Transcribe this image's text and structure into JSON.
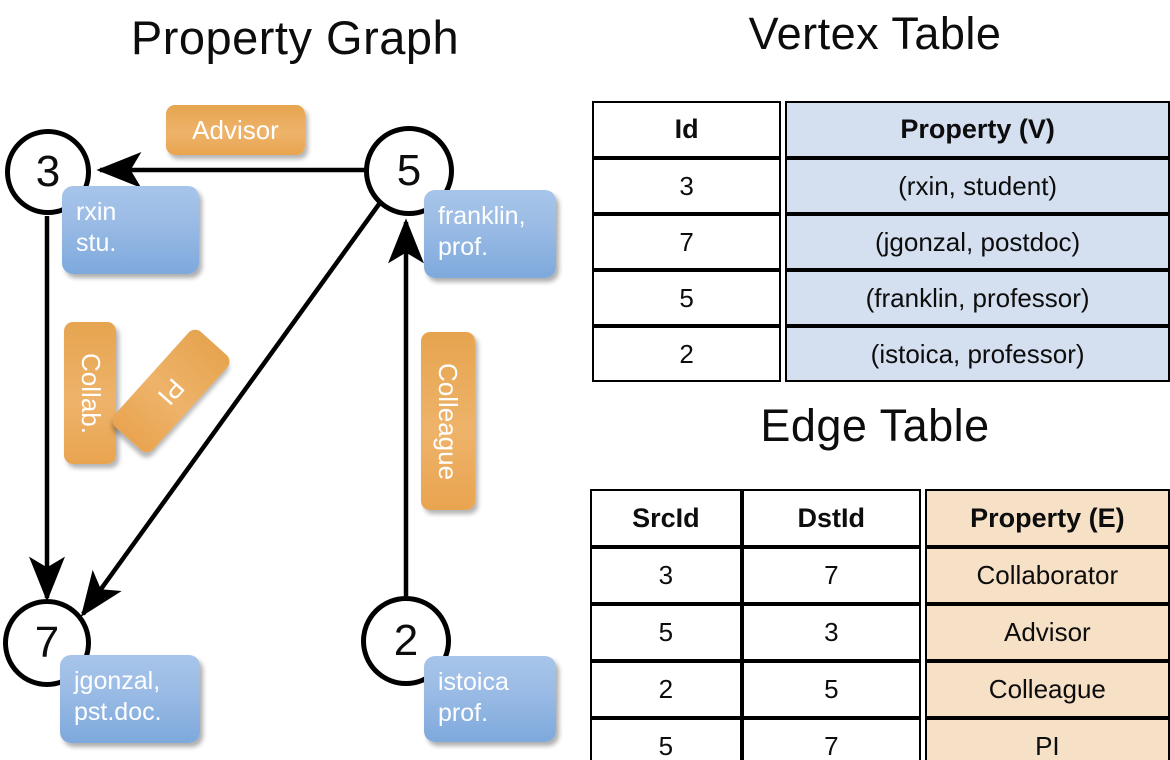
{
  "titles": {
    "property_graph": "Property Graph",
    "vertex_table": "Vertex Table",
    "edge_table": "Edge Table"
  },
  "graph": {
    "nodes": [
      {
        "id": "3",
        "label_line1": "rxin",
        "label_line2": "stu."
      },
      {
        "id": "5",
        "label_line1": "franklin,",
        "label_line2": "prof."
      },
      {
        "id": "7",
        "label_line1": "jgonzal,",
        "label_line2": "pst.doc."
      },
      {
        "id": "2",
        "label_line1": "istoica",
        "label_line2": "prof."
      }
    ],
    "edge_labels": [
      {
        "text": "Advisor",
        "orientation": "horizontal"
      },
      {
        "text": "Collab.",
        "orientation": "vertical"
      },
      {
        "text": "PI",
        "orientation": "diagonal"
      },
      {
        "text": "Colleague",
        "orientation": "vertical"
      }
    ],
    "edges": [
      {
        "src": "5",
        "dst": "3"
      },
      {
        "src": "3",
        "dst": "7"
      },
      {
        "src": "5",
        "dst": "7"
      },
      {
        "src": "2",
        "dst": "5"
      }
    ]
  },
  "vertex_table": {
    "headers": [
      "Id",
      "Property (V)"
    ],
    "rows": [
      {
        "id": "3",
        "property": "(rxin, student)"
      },
      {
        "id": "7",
        "property": "(jgonzal, postdoc)"
      },
      {
        "id": "5",
        "property": "(franklin, professor)"
      },
      {
        "id": "2",
        "property": "(istoica, professor)"
      }
    ]
  },
  "edge_table": {
    "headers": [
      "SrcId",
      "DstId",
      "Property (E)"
    ],
    "rows": [
      {
        "src": "3",
        "dst": "7",
        "property": "Collaborator"
      },
      {
        "src": "5",
        "dst": "3",
        "property": "Advisor"
      },
      {
        "src": "2",
        "dst": "5",
        "property": "Colleague"
      },
      {
        "src": "5",
        "dst": "7",
        "property": "PI"
      }
    ]
  },
  "colors": {
    "vertex_cell": "#d4dff0",
    "edge_cell": "#f6e0c6",
    "vertex_box": "#9dbde6",
    "edge_box": "#eeb36a",
    "stroke": "#000000"
  }
}
